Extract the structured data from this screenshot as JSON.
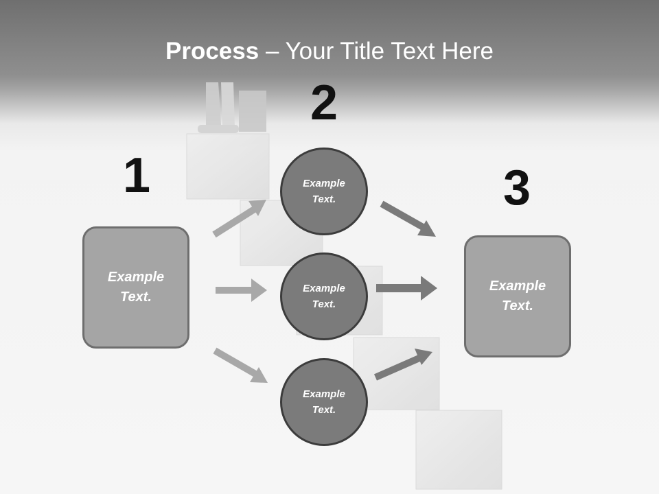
{
  "title": {
    "bold": "Process",
    "rest": " – Your Title Text Here"
  },
  "steps": {
    "step1": {
      "number": "1",
      "label_line1": "Example",
      "label_line2": "Text."
    },
    "step2": {
      "number": "2"
    },
    "step3": {
      "number": "3",
      "label_line1": "Example",
      "label_line2": "Text."
    }
  },
  "circles": [
    {
      "label_line1": "Example",
      "label_line2": "Text."
    },
    {
      "label_line1": "Example",
      "label_line2": "Text."
    },
    {
      "label_line1": "Example",
      "label_line2": "Text."
    }
  ],
  "colors": {
    "box_fill": "#a5a5a5",
    "circle_fill": "#7b7b7b",
    "arrow_light": "#a8a8a8",
    "arrow_dark": "#7a7a7a"
  }
}
